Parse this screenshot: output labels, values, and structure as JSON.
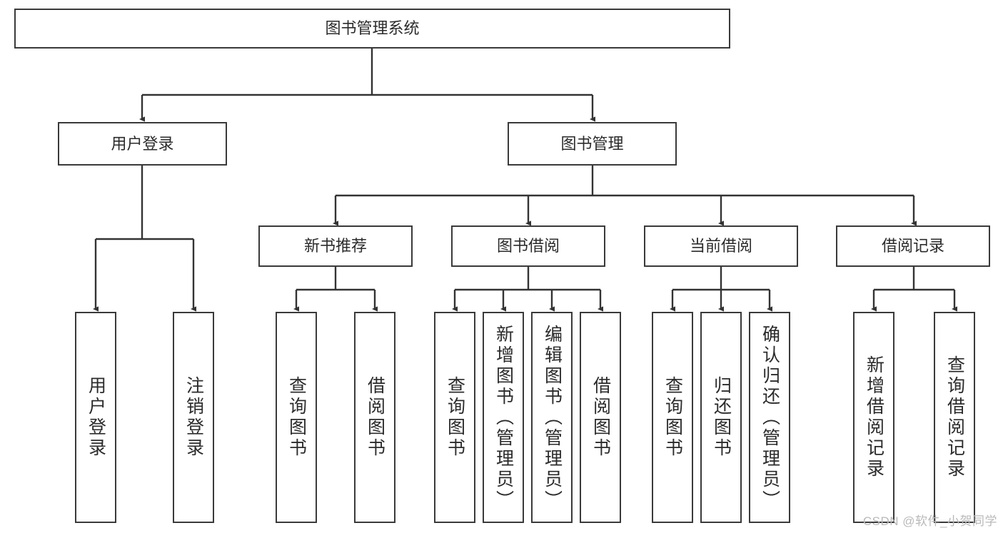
{
  "diagram": {
    "title": "图书管理系统",
    "type": "hierarchy-tree",
    "watermark": "CSDN @软件_小贺同学",
    "colors": {
      "box_border": "#3a3a3a",
      "box_fill": "#ffffff",
      "connector": "#333333",
      "text": "#2b2b2b",
      "watermark": "#b9b9b9",
      "background": "#ffffff"
    },
    "levels": {
      "root": {
        "label": "图书管理系统"
      },
      "level2": [
        {
          "label": "用户登录"
        },
        {
          "label": "图书管理"
        }
      ],
      "level3": [
        {
          "label": "新书推荐",
          "parent": "图书管理"
        },
        {
          "label": "图书借阅",
          "parent": "图书管理"
        },
        {
          "label": "当前借阅",
          "parent": "图书管理"
        },
        {
          "label": "借阅记录",
          "parent": "图书管理"
        }
      ],
      "leaves": [
        {
          "label": "用户登录",
          "parent": "用户登录"
        },
        {
          "label": "注销登录",
          "parent": "用户登录"
        },
        {
          "label": "查询图书",
          "parent": "新书推荐"
        },
        {
          "label": "借阅图书",
          "parent": "新书推荐"
        },
        {
          "label": "查询图书",
          "parent": "图书借阅"
        },
        {
          "label": "新增图书（管理员）",
          "parent": "图书借阅"
        },
        {
          "label": "编辑图书（管理员）",
          "parent": "图书借阅"
        },
        {
          "label": "借阅图书",
          "parent": "图书借阅"
        },
        {
          "label": "查询图书",
          "parent": "当前借阅"
        },
        {
          "label": "归还图书",
          "parent": "当前借阅"
        },
        {
          "label": "确认归还（管理员）",
          "parent": "当前借阅"
        },
        {
          "label": "新增借阅记录",
          "parent": "借阅记录"
        },
        {
          "label": "查询借阅记录",
          "parent": "借阅记录"
        }
      ]
    }
  }
}
